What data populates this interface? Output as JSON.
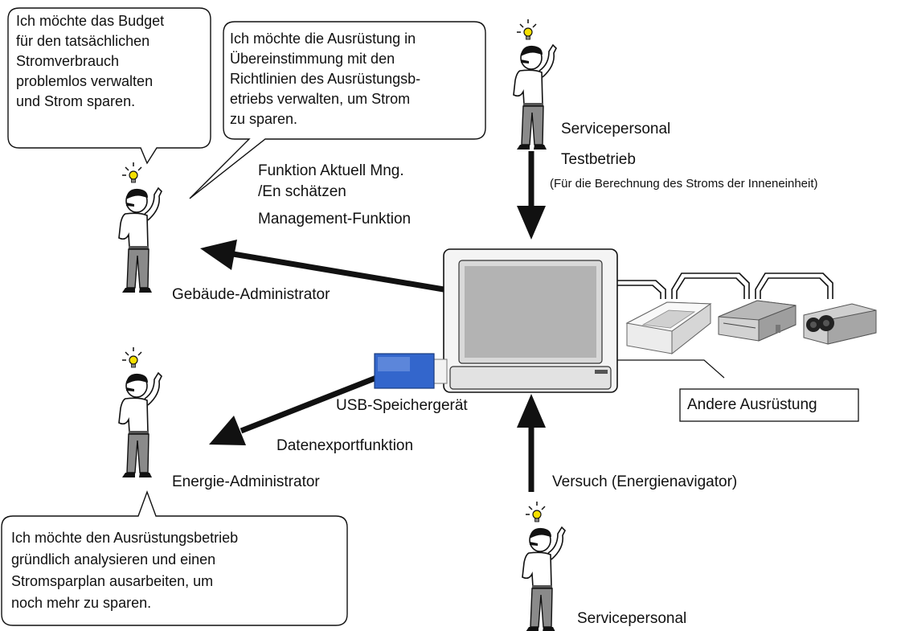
{
  "bubbles": {
    "building_admin": {
      "lines": [
        "Ich möchte das Budget",
        "für den tatsächlichen",
        "Stromverbrauch",
        "problemlos verwalten",
        "und Strom sparen."
      ]
    },
    "equipment": {
      "lines": [
        "Ich möchte die Ausrüstung in",
        "Übereinstimmung mit den",
        "Richtlinien des Ausrüstungsb-",
        "etriebs verwalten, um Strom",
        "zu sparen."
      ]
    },
    "energy_admin": {
      "lines": [
        "Ich möchte den Ausrüstungsbetrieb",
        "gründlich analysieren und einen",
        "Stromsparplan ausarbeiten, um",
        "noch mehr zu sparen."
      ]
    }
  },
  "labels": {
    "service_top": "Servicepersonal",
    "test_run": "Testbetrieb",
    "test_run_note": "(Für die Berechnung des Stroms der Inneneinheit)",
    "func_current": "Funktion Aktuell Mng.",
    "func_estimate": "/En schätzen",
    "func_management": "Management-Funktion",
    "building_admin": "Gebäude-Administrator",
    "usb_device": "USB-Speichergerät",
    "data_export": "Datenexportfunktion",
    "energy_admin": "Energie-Administrator",
    "trial": "Versuch (Energienavigator)",
    "service_bottom": "Servicepersonal",
    "other_equipment": "Andere Ausrüstung"
  },
  "icons": [
    "person-lightbulb-icon",
    "usb-drive-icon",
    "central-controller-icon",
    "ceiling-cassette-icon",
    "ducted-unit-icon",
    "ventilation-unit-icon"
  ],
  "colors": {
    "arrow": "#111111",
    "usb_blue": "#3366cc",
    "bulb_yellow": "#f6e000"
  }
}
